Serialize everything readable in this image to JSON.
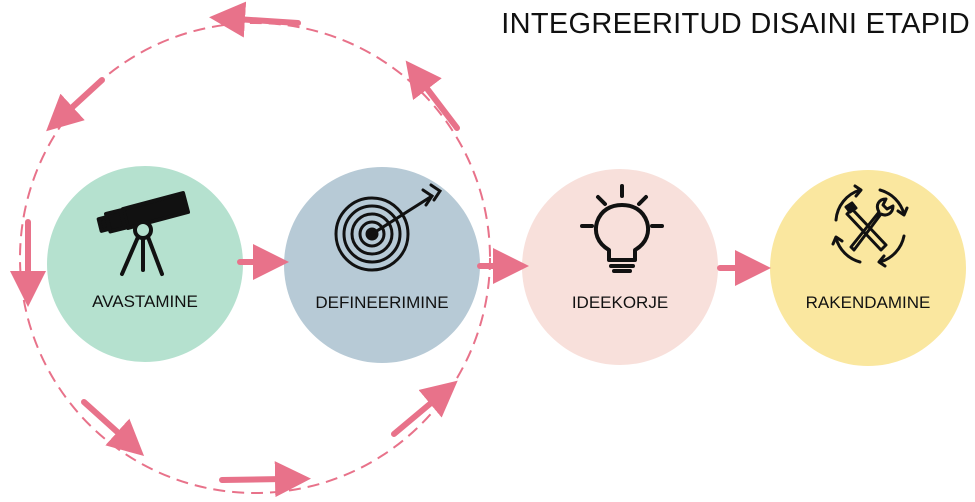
{
  "title": "INTEGREERITUD DISAINI ETAPID",
  "stages": [
    {
      "label": "AVASTAMINE",
      "icon": "telescope-icon",
      "color": "#b5e1cf"
    },
    {
      "label": "DEFINEERIMINE",
      "icon": "target-icon",
      "color": "#b7cad6"
    },
    {
      "label": "IDEEKORJE",
      "icon": "lightbulb-icon",
      "color": "#f8e0db"
    },
    {
      "label": "RAKENDAMINE",
      "icon": "tools-icon",
      "color": "#fae79f"
    }
  ],
  "colors": {
    "arrow": "#e8728a",
    "text": "#111111"
  }
}
